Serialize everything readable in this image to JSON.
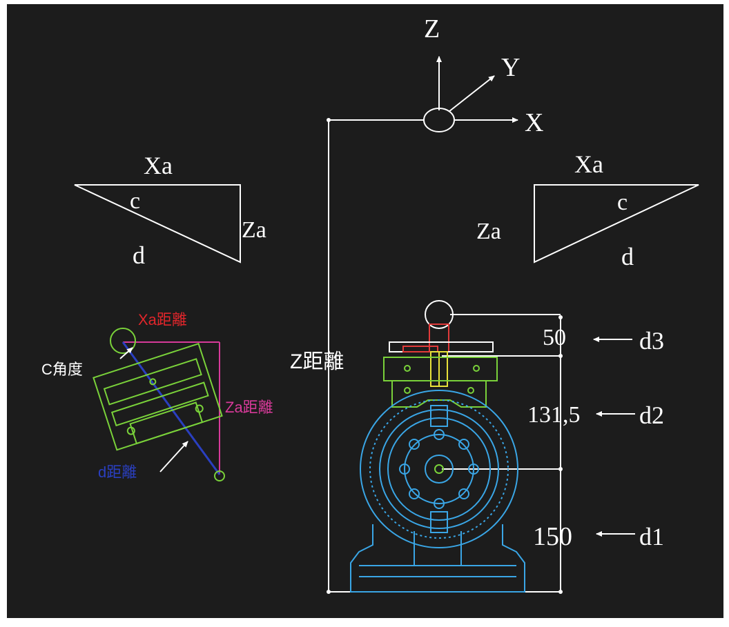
{
  "axes": {
    "z": "Z",
    "y": "Y",
    "x": "X"
  },
  "left_triangle": {
    "top": "Xa",
    "side": "Za",
    "angle": "c",
    "hyp": "d"
  },
  "right_triangle": {
    "top": "Xa",
    "side": "Za",
    "angle": "c",
    "hyp": "d"
  },
  "tool_labels": {
    "xa_distance": "Xa距離",
    "c_angle": "C角度",
    "za_distance": "Za距離",
    "d_distance": "d距離",
    "z_distance": "Z距離"
  },
  "dimensions": [
    {
      "value": "50",
      "ref": "d3"
    },
    {
      "value": "131,5",
      "ref": "d2"
    },
    {
      "value": "150",
      "ref": "d1"
    }
  ],
  "colors": {
    "background": "#1c1c1c",
    "frame": "#ffffff",
    "xa_label": "#e0262b",
    "za_label": "#d83a9a",
    "d_label": "#2a3fc0",
    "tool_green": "#7ad23a",
    "machine_blue": "#3aa6e6",
    "spindle_yellow": "#e9e23a",
    "clamp_red": "#e23a3a"
  }
}
